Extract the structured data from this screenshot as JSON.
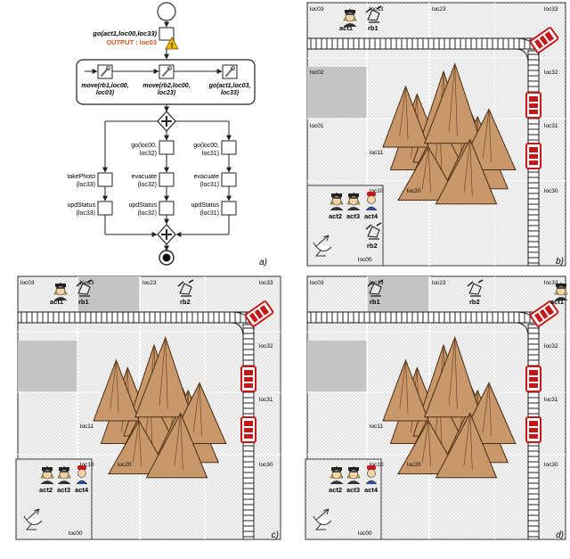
{
  "panel_labels": {
    "a": "a)",
    "b": "b)",
    "c": "c)",
    "d": "d)"
  },
  "flow": {
    "goal_task_lines": [
      "go(act1,loc00,loc33)"
    ],
    "output_label": "OUTPUT : loc03",
    "move_tasks": [
      [
        "move(rb1,loc00,",
        "loc03)"
      ],
      [
        "move(rb2,loc00,",
        "loc23)"
      ],
      [
        "go(act1,loc03,",
        "loc33)"
      ]
    ],
    "branch_go": [
      [
        "go(loc00,",
        "loc32)"
      ],
      [
        "go(loc00,",
        "loc31)"
      ]
    ],
    "branch_tasks": [
      [
        "takePhoto",
        "(loc33)"
      ],
      [
        "evacuate",
        "(loc32)"
      ],
      [
        "evacuate",
        "(loc31)"
      ]
    ],
    "upd_tasks": [
      [
        "updStatus",
        "(loc33)"
      ],
      [
        "updStatus",
        "(loc32)"
      ],
      [
        "updStatus",
        "(loc31)"
      ]
    ]
  },
  "grid_labels": [
    "loc03",
    "loc13",
    "loc23",
    "loc33",
    "loc02",
    "loc32",
    "loc01",
    "loc11",
    "loc31",
    "loc10",
    "loc20",
    "loc30",
    "loc00"
  ],
  "actor_labels": {
    "act1": "act1",
    "act2": "act2",
    "act3": "act3",
    "act4": "act4",
    "rb1": "rb1",
    "rb2": "rb2"
  },
  "colors": {
    "warning": "#f5b800",
    "output_text": "#d9531e",
    "mountain": "#c9986a",
    "train": "#c21a1a",
    "grey_cell": "#c4c4c4",
    "dotted_cell": "#f1f1f1"
  }
}
